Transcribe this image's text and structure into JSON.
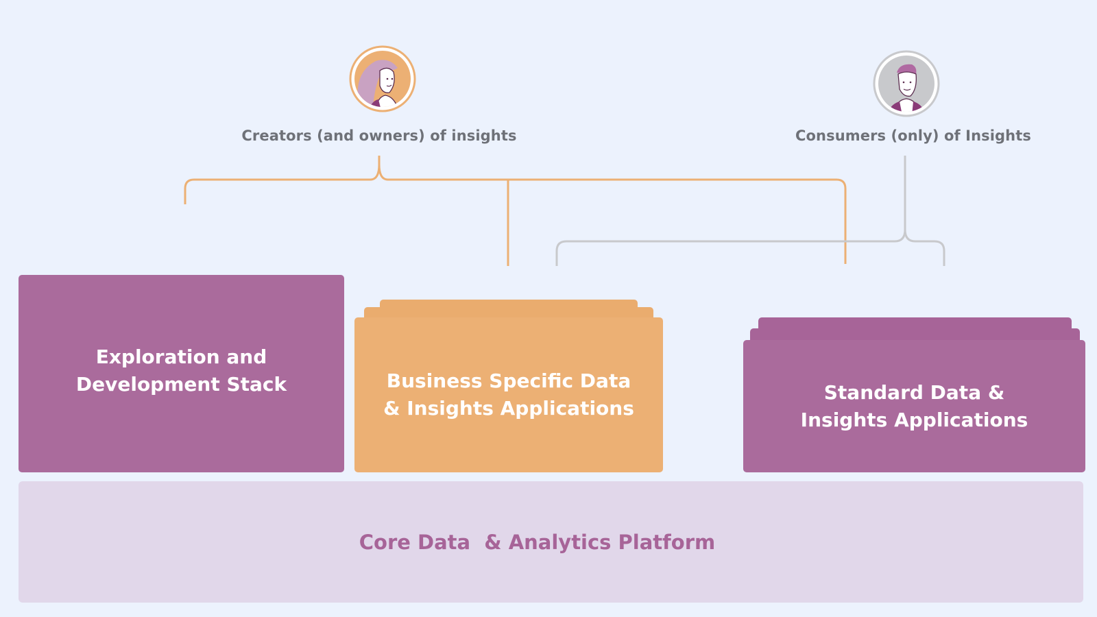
{
  "personas": {
    "creators": {
      "label": "Creators (and owners) of insights",
      "avatar_icon": "woman-avatar-icon",
      "ring_color": "#ecb074"
    },
    "consumers": {
      "label": "Consumers (only) of Insights",
      "avatar_icon": "man-avatar-icon",
      "ring_color": "#c8c9cc"
    }
  },
  "blocks": {
    "exploration": {
      "label_line1": "Exploration and",
      "label_line2": "Development Stack",
      "color": "#aa6b9c"
    },
    "business": {
      "label_line1": "Business Specific Data",
      "label_line2": "& Insights Applications",
      "color": "#ecb074"
    },
    "standard": {
      "label_line1": "Standard Data &",
      "label_line2": "Insights Applications",
      "color": "#aa6b9c"
    }
  },
  "platform": {
    "label": "Core Data  & Analytics Platform",
    "color": "#e1d7ea"
  },
  "connectors": {
    "creators_color": "#ecb074",
    "consumers_color": "#c8c9cc"
  }
}
